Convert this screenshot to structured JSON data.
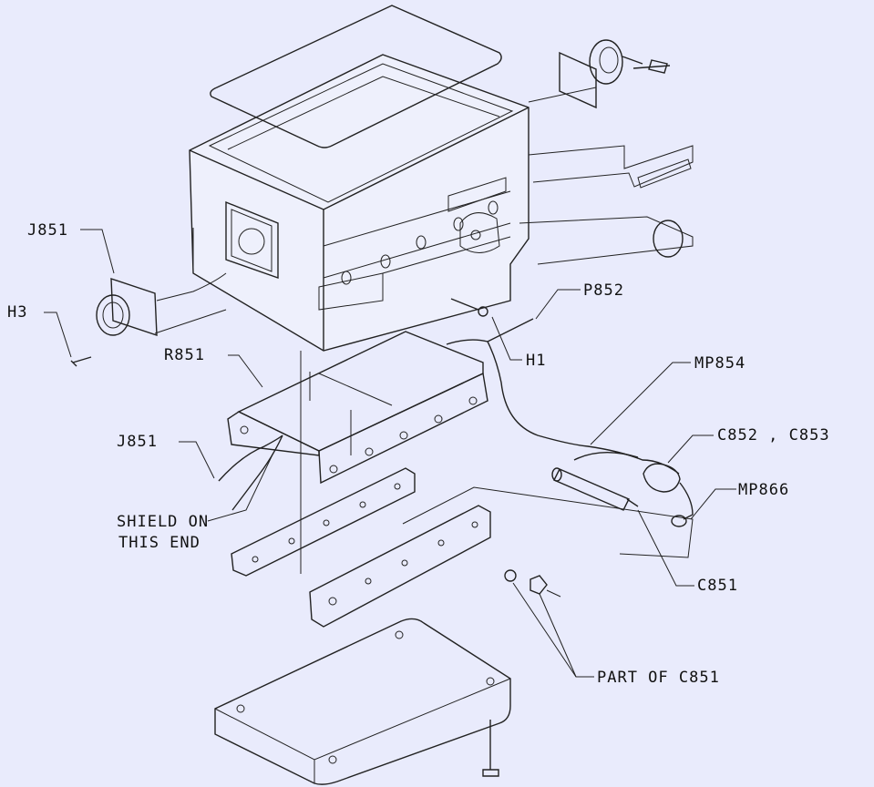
{
  "colors": {
    "background": "#e9ebfc",
    "cover": "#3a5bc8",
    "resistor": "#ef646a",
    "bracket": "#8ee07a",
    "standoffs": "#cdc9a2",
    "base_plate": "#7fadc8",
    "tube": "#c7974a",
    "capacitor": "#c9533c"
  },
  "labels": {
    "j851_top": "J851",
    "h3": "H3",
    "p852": "P852",
    "h1": "H1",
    "r851": "R851",
    "mp854": "MP854",
    "c852_c853": "C852 , C853",
    "j851_bottom": "J851",
    "mp866": "MP866",
    "shield_line1": "SHIELD ON",
    "shield_line2": "THIS END",
    "c851": "C851",
    "part_of_c851": "PART OF C851"
  }
}
